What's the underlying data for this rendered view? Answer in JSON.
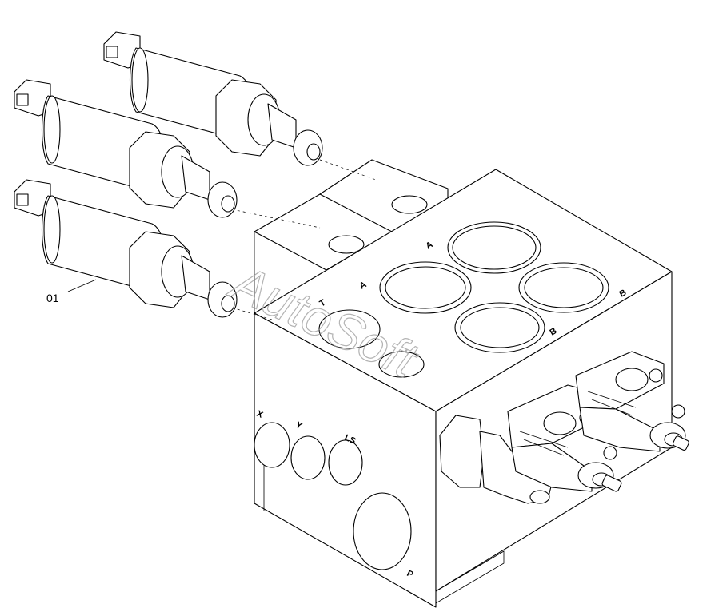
{
  "diagram": {
    "callout": {
      "label": "01"
    },
    "watermark": "AutoSoft",
    "port_labels": {
      "a_top": "A",
      "a_left": "A",
      "t_top": "T",
      "b_right": "B",
      "b_lower": "B",
      "x": "X",
      "y": "Y",
      "ls": "LS",
      "p": "P"
    }
  }
}
